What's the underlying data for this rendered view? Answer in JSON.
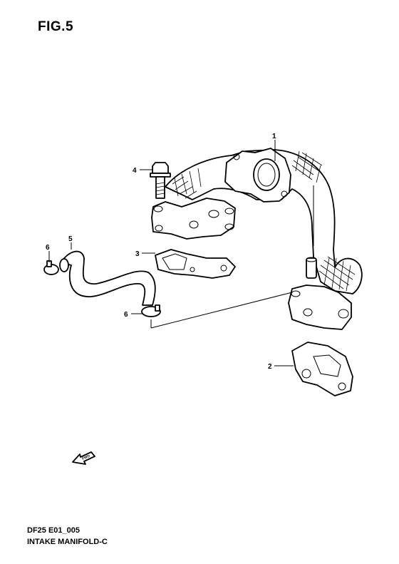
{
  "figure_title": "FIG.5",
  "diagram_code": "DF25 E01_005",
  "diagram_name": "INTAKE MANIFOLD-C",
  "fwd_label": "FWD",
  "callouts": [
    "1",
    "2",
    "3",
    "4",
    "5",
    "6",
    "6"
  ],
  "icons": [
    "fwd-arrow-icon"
  ]
}
